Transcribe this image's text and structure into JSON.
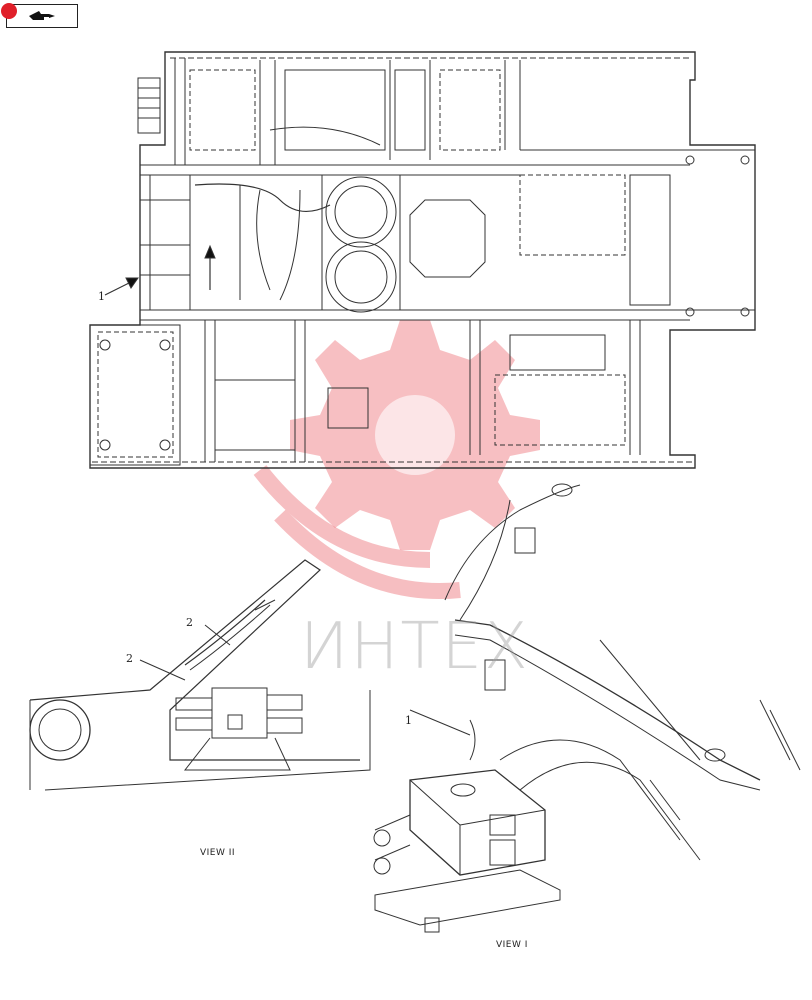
{
  "nav": {
    "icon": "hand-pointer-icon",
    "accent": "#e0202a"
  },
  "watermark": {
    "text": "ИНТЕХ",
    "color": "#e8474f"
  },
  "callouts": {
    "top_frame": "1",
    "view2_a": "2",
    "view2_b": "2",
    "view1": "1"
  },
  "views": {
    "view2": "VIEW II",
    "view1": "VIEW I"
  }
}
